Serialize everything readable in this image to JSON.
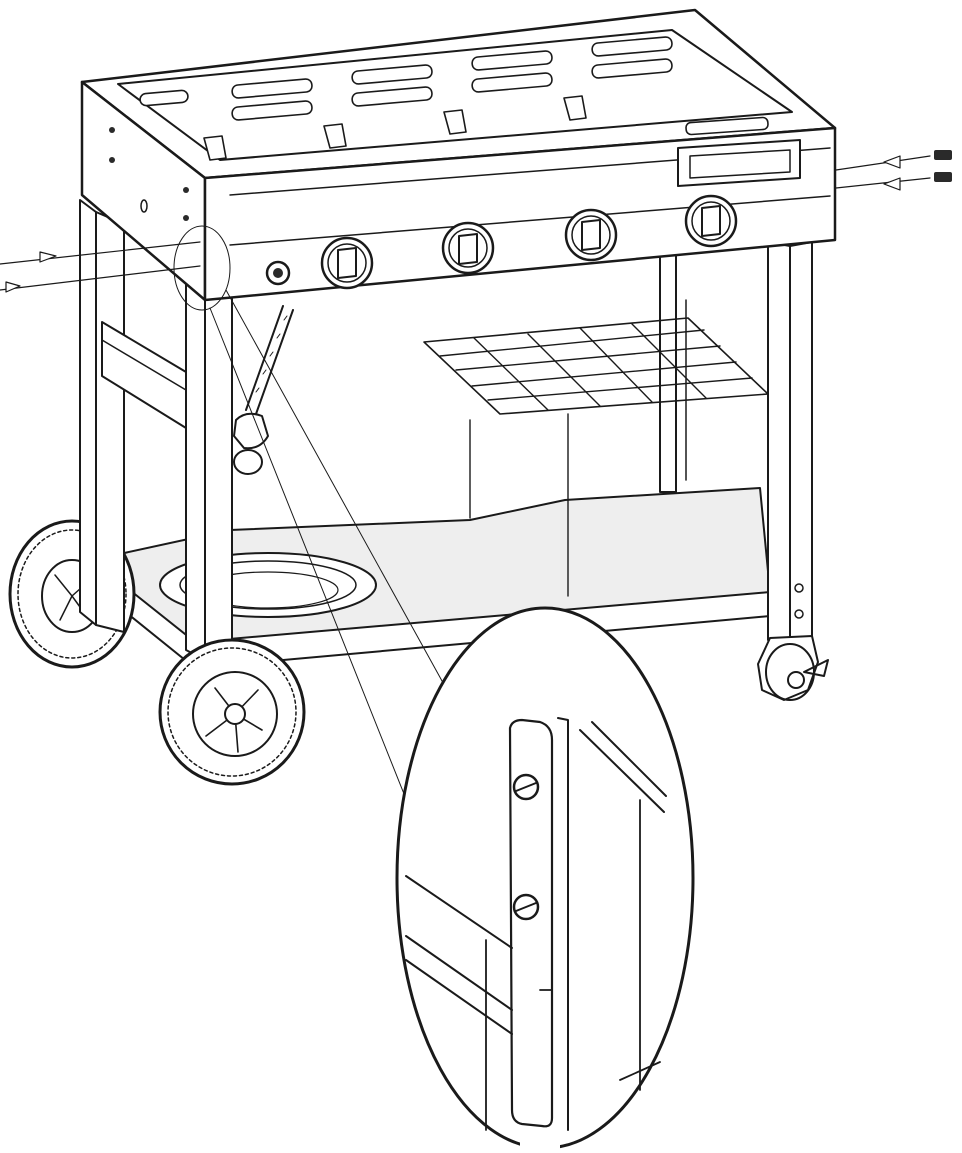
{
  "figure": {
    "kind": "assembly-diagram",
    "subject": "gas-grill-cart",
    "burner_knob_count": 4,
    "side_burner_knob_count": 1,
    "detail_callout": "magnified-leg-bracket",
    "screw_count_right": 2,
    "screw_count_left": 2,
    "colors": {
      "line": "#1a1a1a",
      "background": "#ffffff",
      "fill_light": "#eeeeee"
    }
  }
}
